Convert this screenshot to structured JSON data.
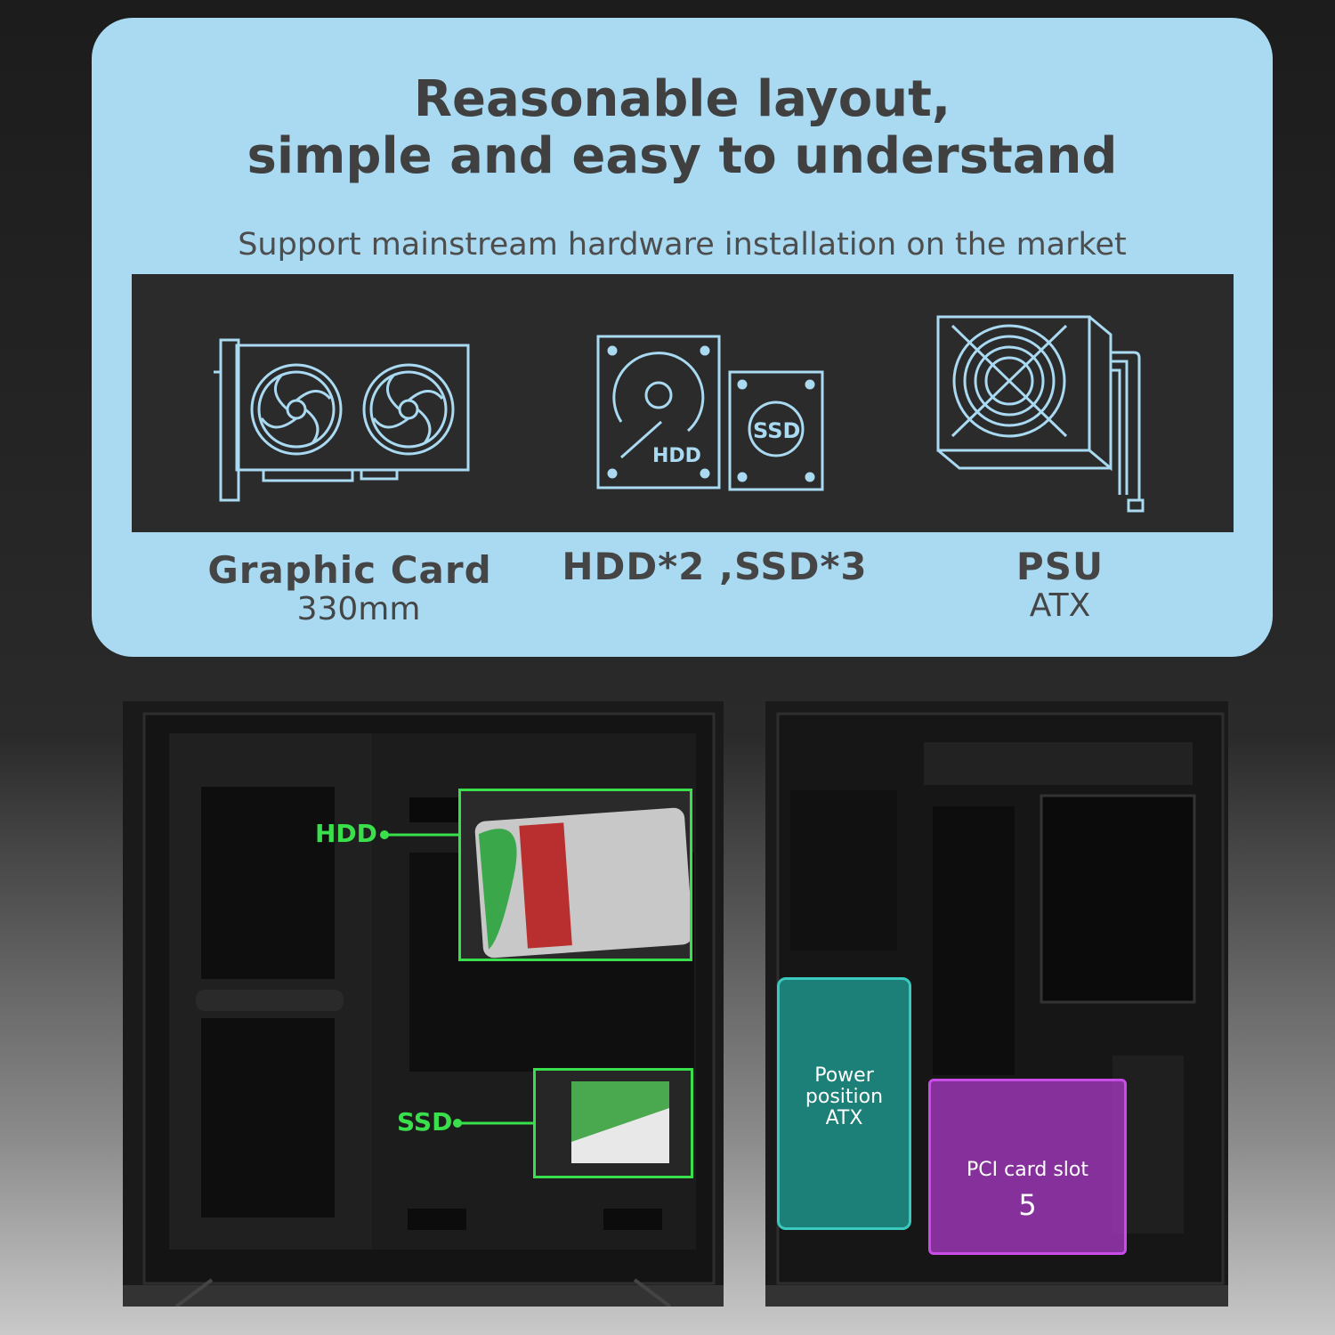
{
  "panel": {
    "headline_line1": "Reasonable layout,",
    "headline_line2": "simple and easy to understand",
    "subheadline": "Support mainstream hardware installation on the market"
  },
  "features": [
    {
      "icon": "graphic-card-icon",
      "title": "Graphic Card",
      "subtitle": "330mm"
    },
    {
      "icon": "hdd-ssd-icon",
      "title": "HDD*2 ,SSD*3",
      "subtitle": ""
    },
    {
      "icon": "psu-icon",
      "title": "PSU",
      "subtitle": "ATX"
    }
  ],
  "case_callouts": {
    "hdd_label": "HDD",
    "ssd_label": "SSD",
    "power_position_line1": "Power",
    "power_position_line2": "position",
    "power_position_line3": "ATX",
    "pci_label": "PCI card slot",
    "pci_count": "5"
  },
  "colors": {
    "panel_bg": "#a9daf2",
    "icon_line": "#a9daf2",
    "callout_green": "#39e04b",
    "power_teal": "#1fa39a",
    "pci_purple": "#b23bcf"
  }
}
